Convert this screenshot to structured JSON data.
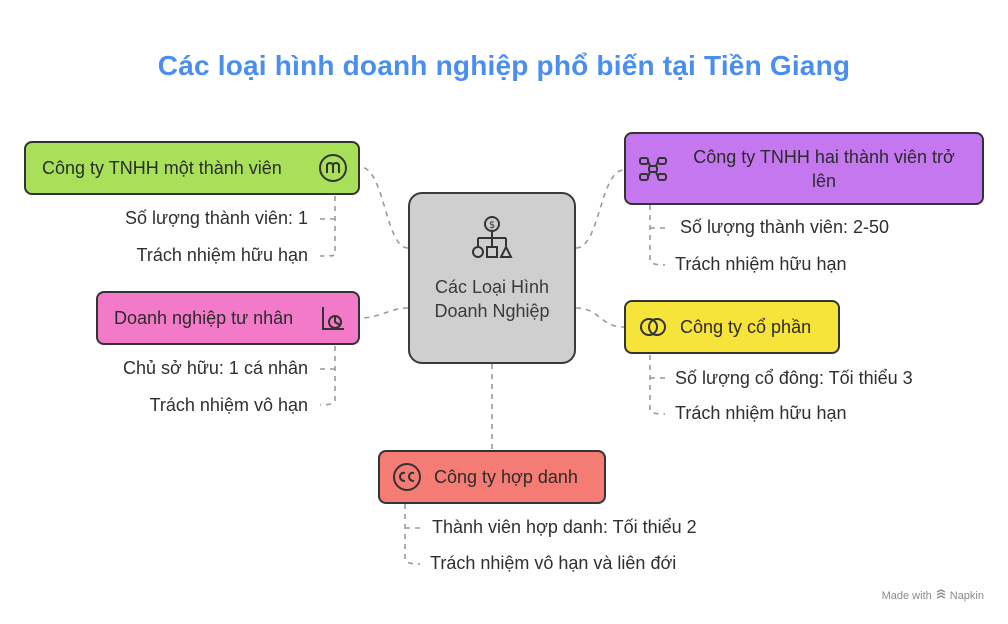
{
  "title": "Các loại hình doanh nghiệp phổ biến tại Tiền Giang",
  "center": {
    "label": "Các Loại Hình Doanh Nghiệp",
    "icon": "org-chart-dollar-icon",
    "color": "#cfcfcf"
  },
  "nodes": {
    "tnhh1": {
      "label": "Công ty TNHH một thành viên",
      "icon": "letter-m-icon",
      "color": "#a9e05a",
      "details": [
        "Số lượng thành viên: 1",
        "Trách nhiệm hữu hạn"
      ]
    },
    "tnhh2": {
      "label": "Công ty TNHH hai thành viên trở lên",
      "icon": "network-icon",
      "color": "#c577f0",
      "details": [
        "Số lượng thành viên: 2-50",
        "Trách nhiệm hữu hạn"
      ]
    },
    "dntn": {
      "label": "Doanh nghiệp tư nhân",
      "icon": "person-chart-icon",
      "color": "#f27ac8",
      "details": [
        "Chủ sở hữu: 1 cá nhân",
        "Trách nhiệm vô hạn"
      ]
    },
    "cophan": {
      "label": "Công ty cổ phần",
      "icon": "interlocking-rings-icon",
      "color": "#f7e43a",
      "details": [
        "Số lượng cổ đông: Tối thiểu 3",
        "Trách nhiệm hữu hạn"
      ]
    },
    "hopdanh": {
      "label": "Công ty hợp danh",
      "icon": "cc-icon",
      "color": "#f57c74",
      "details": [
        "Thành viên hợp danh: Tối thiểu 2",
        "Trách nhiệm vô hạn và liên đới"
      ]
    }
  },
  "footer": {
    "made_with": "Made with",
    "brand": "Napkin"
  }
}
